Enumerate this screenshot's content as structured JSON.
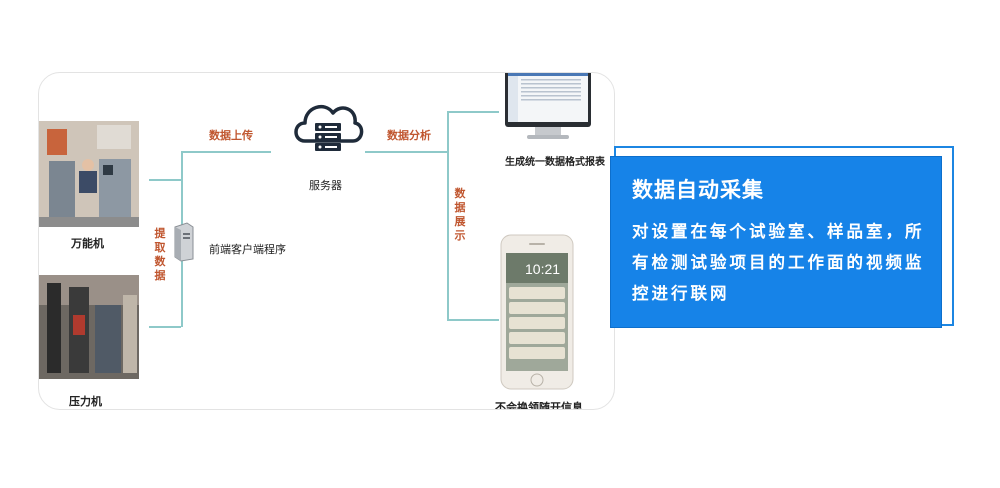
{
  "diagram": {
    "machines": [
      "万能机",
      "压力机"
    ],
    "flows": {
      "extract": "提取数据",
      "upload": "数据上传",
      "analysis": "数据分析",
      "display": "数据展示"
    },
    "nodes": {
      "client": "前端客户端程序",
      "server": "服务器",
      "report": "生成统一数据格式报表",
      "phone": "不会换领随开信息",
      "phone_time": "10:21"
    },
    "colors": {
      "flow_text": "#c0562f",
      "line": "#8ec9c9",
      "callout": "#1683e8"
    }
  },
  "callout": {
    "title": "数据自动采集",
    "desc": "对设置在每个试验室、样品室，所有检测试验项目的工作面的视频监控进行联网"
  }
}
